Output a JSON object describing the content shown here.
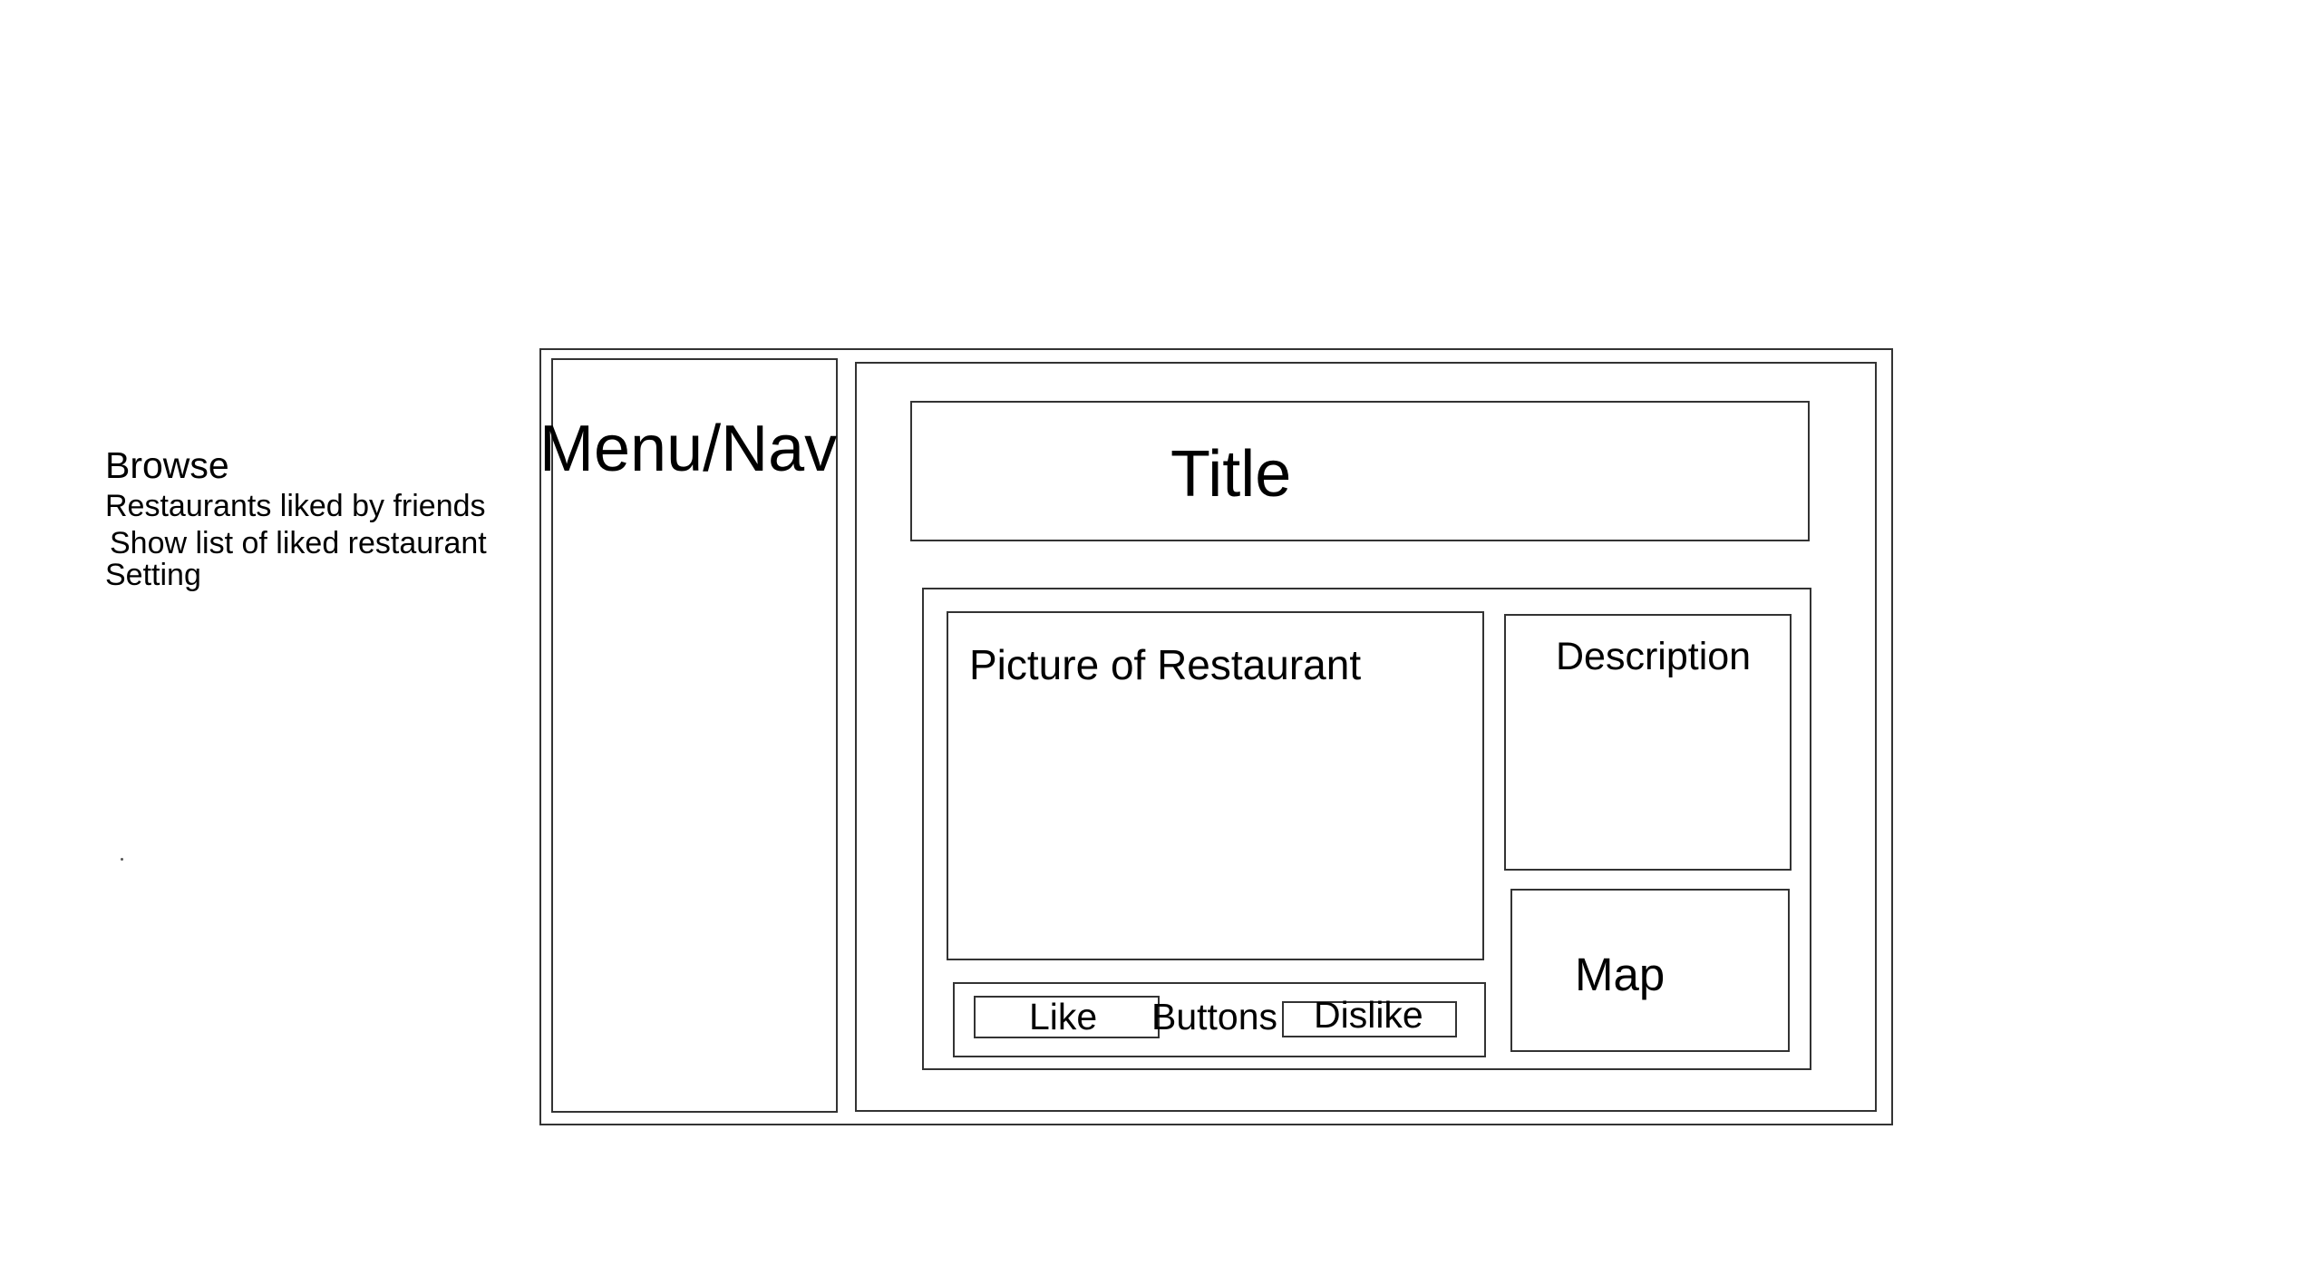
{
  "side_notes": {
    "browse": "Browse",
    "friends": "Restaurants liked by friends",
    "liked_list": "Show list of liked restaurant",
    "setting": "Setting"
  },
  "wireframe": {
    "menu_nav": "Menu/Nav",
    "title": "Title",
    "picture": "Picture of Restaurant",
    "description": "Description",
    "map": "Map",
    "buttons": {
      "group_label": "Buttons",
      "like": "Like",
      "dislike": "Dislike"
    }
  }
}
